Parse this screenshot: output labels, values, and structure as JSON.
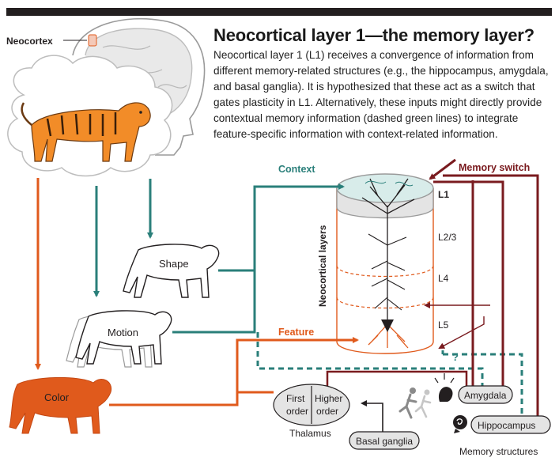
{
  "header": {
    "title": "Neocortical layer 1—the memory layer?",
    "paragraph": "Neocortical layer 1 (L1) receives a convergence of information from different memory-related structures (e.g., the hippocampus, amygdala, and basal ganglia). It is hypothesized that these act as a switch that gates plasticity in L1. Alternatively, these inputs might directly provide contextual memory information (dashed green lines) to integrate feature-specific information with context-related information."
  },
  "labels": {
    "neocortex": "Neocortex",
    "shape": "Shape",
    "motion": "Motion",
    "color": "Color",
    "context": "Context",
    "feature": "Feature",
    "memory_switch": "Memory switch",
    "neocortical_layers": "Neocortical layers",
    "l1": "L1",
    "l23": "L2/3",
    "l4": "L4",
    "l5": "L5",
    "question": "?",
    "first_order_1": "First",
    "first_order_2": "order",
    "higher_order_1": "Higher",
    "higher_order_2": "order",
    "thalamus": "Thalamus",
    "basal_ganglia": "Basal ganglia",
    "amygdala": "Amygdala",
    "hippocampus": "Hippocampus",
    "memory_structures": "Memory structures"
  },
  "colors": {
    "teal": "#2a7f7a",
    "orange": "#e05a1c",
    "maroon": "#7a1b1f",
    "dark": "#231f20"
  },
  "icons": [
    "brain-icon",
    "tiger-icon",
    "amygdala-icon",
    "hippocampus-icon",
    "runner-icon"
  ]
}
